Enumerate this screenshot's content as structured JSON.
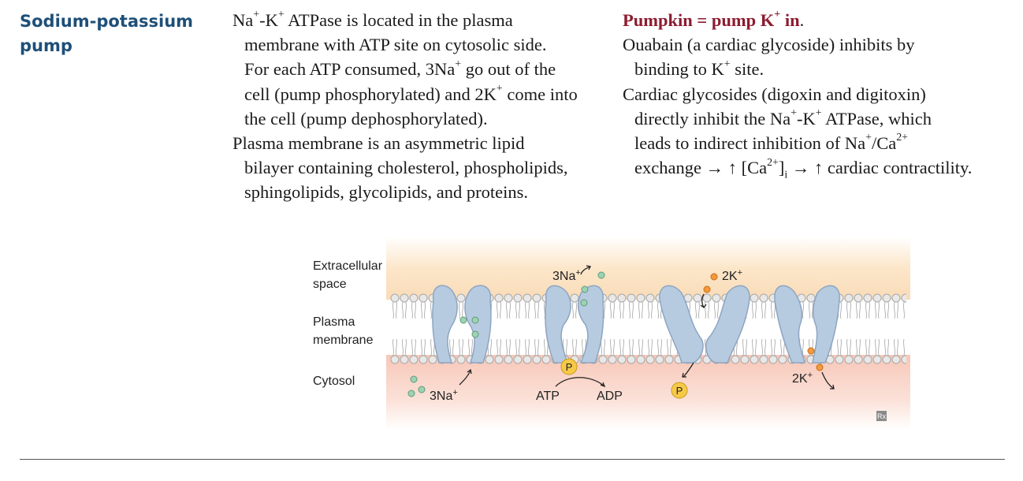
{
  "term": {
    "line1": "Sodium-potassium",
    "line2": "pump"
  },
  "col1": {
    "p1": {
      "l1_a": "Na",
      "l1_sup1": "+",
      "l1_b": "-K",
      "l1_sup2": "+",
      "l1_c": " ATPase is located in the plasma",
      "l2": "membrane with ATP site on cytosolic side.",
      "l3_a": "For each ATP consumed, 3Na",
      "l3_sup": "+",
      "l3_b": " go out of the",
      "l4_a": "cell (pump phosphorylated) and 2K",
      "l4_sup": "+",
      "l4_b": " come into",
      "l5": "the cell (pump dephosphorylated)."
    },
    "p2": {
      "l1": "Plasma membrane is an asymmetric lipid",
      "l2": "bilayer containing cholesterol, phospholipids,",
      "l3": "sphingolipids, glycolipids, and proteins."
    }
  },
  "col2": {
    "mnemonic": {
      "a": "Pumpkin",
      "eq": " = ",
      "b": "pump K",
      "sup": "+",
      "c": " in",
      "dot": "."
    },
    "p1": {
      "l1": "Ouabain (a cardiac glycoside) inhibits by",
      "l2_a": "binding to K",
      "l2_sup": "+",
      "l2_b": " site."
    },
    "p2": {
      "l1": "Cardiac glycosides (digoxin and digitoxin)",
      "l2_a": "directly inhibit the Na",
      "l2_sup1": "+",
      "l2_b": "-K",
      "l2_sup2": "+",
      "l2_c": " ATPase, which",
      "l3_a": "leads to indirect inhibition of Na",
      "l3_sup1": "+",
      "l3_b": "/Ca",
      "l3_sup2": "2+",
      "l4_a": "exchange ",
      "l4_arrow1": "→",
      "l4_up1": "↑",
      "l4_b": " [Ca",
      "l4_sup": "2+",
      "l4_c": "]",
      "l4_sub": "i",
      "l4_d": " ",
      "l4_arrow2": "→",
      "l4_up2": "↑",
      "l4_e": " cardiac contractility."
    }
  },
  "diagram": {
    "extracellular_1": "Extracellular",
    "extracellular_2": "space",
    "plasma_1": "Plasma",
    "plasma_2": "membrane",
    "cytosol": "Cytosol",
    "na_bottom": "3Na",
    "na_bottom_sup": "+",
    "na_top": "3Na",
    "na_top_sup": "+",
    "k_top": "2K",
    "k_top_sup": "+",
    "k_bottom": "2K",
    "k_bottom_sup": "+",
    "atp": "ATP",
    "adp": "ADP",
    "p1": "P",
    "p2": "P",
    "rx_badge": "Rx",
    "colors": {
      "extracellular": "#fbe3c4",
      "cytosol": "#f8d2c6",
      "protein": "#b3c7de",
      "sodium": "#8fcaa8",
      "potassium": "#f0912f",
      "phosphate": "#f7c948"
    }
  }
}
